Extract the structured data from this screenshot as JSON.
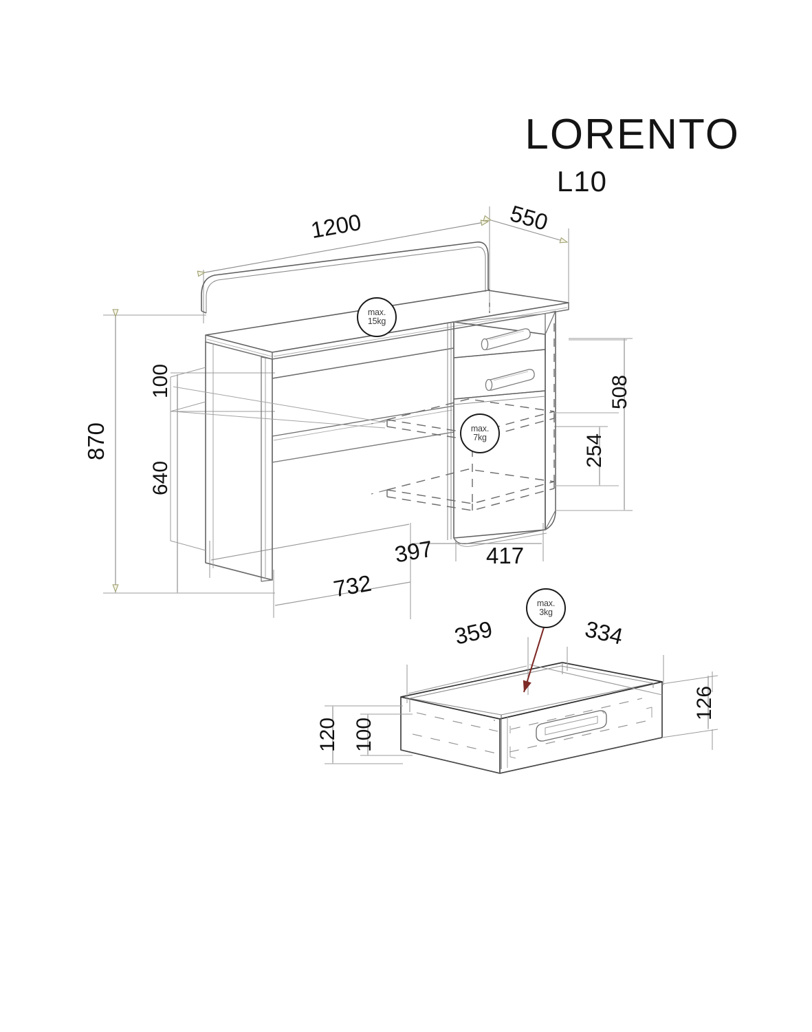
{
  "header": {
    "brand": "LORENTO",
    "model": "L10"
  },
  "load_badges": [
    {
      "name": "desktop-load",
      "line1": "max.",
      "line2": "15kg",
      "value_kg": 15
    },
    {
      "name": "shelf-load",
      "line1": "max.",
      "line2": "7kg",
      "value_kg": 7
    },
    {
      "name": "drawer-load",
      "line1": "max.",
      "line2": "3kg",
      "value_kg": 3
    }
  ],
  "main_view": {
    "name": "desk-isometric-view",
    "dimensions": {
      "width_top": "1200",
      "depth_top": "550",
      "total_height": "870",
      "apron_height": "100",
      "leg_height": "640",
      "cabinet_height": "508",
      "shelf_height": "254",
      "left_span": "397",
      "cabinet_width": "417",
      "bottom_span": "732"
    }
  },
  "drawer_view": {
    "name": "drawer-detail-view",
    "dimensions": {
      "width": "359",
      "depth": "334",
      "front_height": "126",
      "box_height": "120",
      "side_height": "100"
    }
  },
  "style": {
    "line_color": "#6e6e6e",
    "dark_line": "#2a2a2a",
    "arrow_color": "#9a9a6a",
    "arrow_fill": "#f2f2e0",
    "accent_arrow": "#7d2a26",
    "text_color": "#111111"
  }
}
